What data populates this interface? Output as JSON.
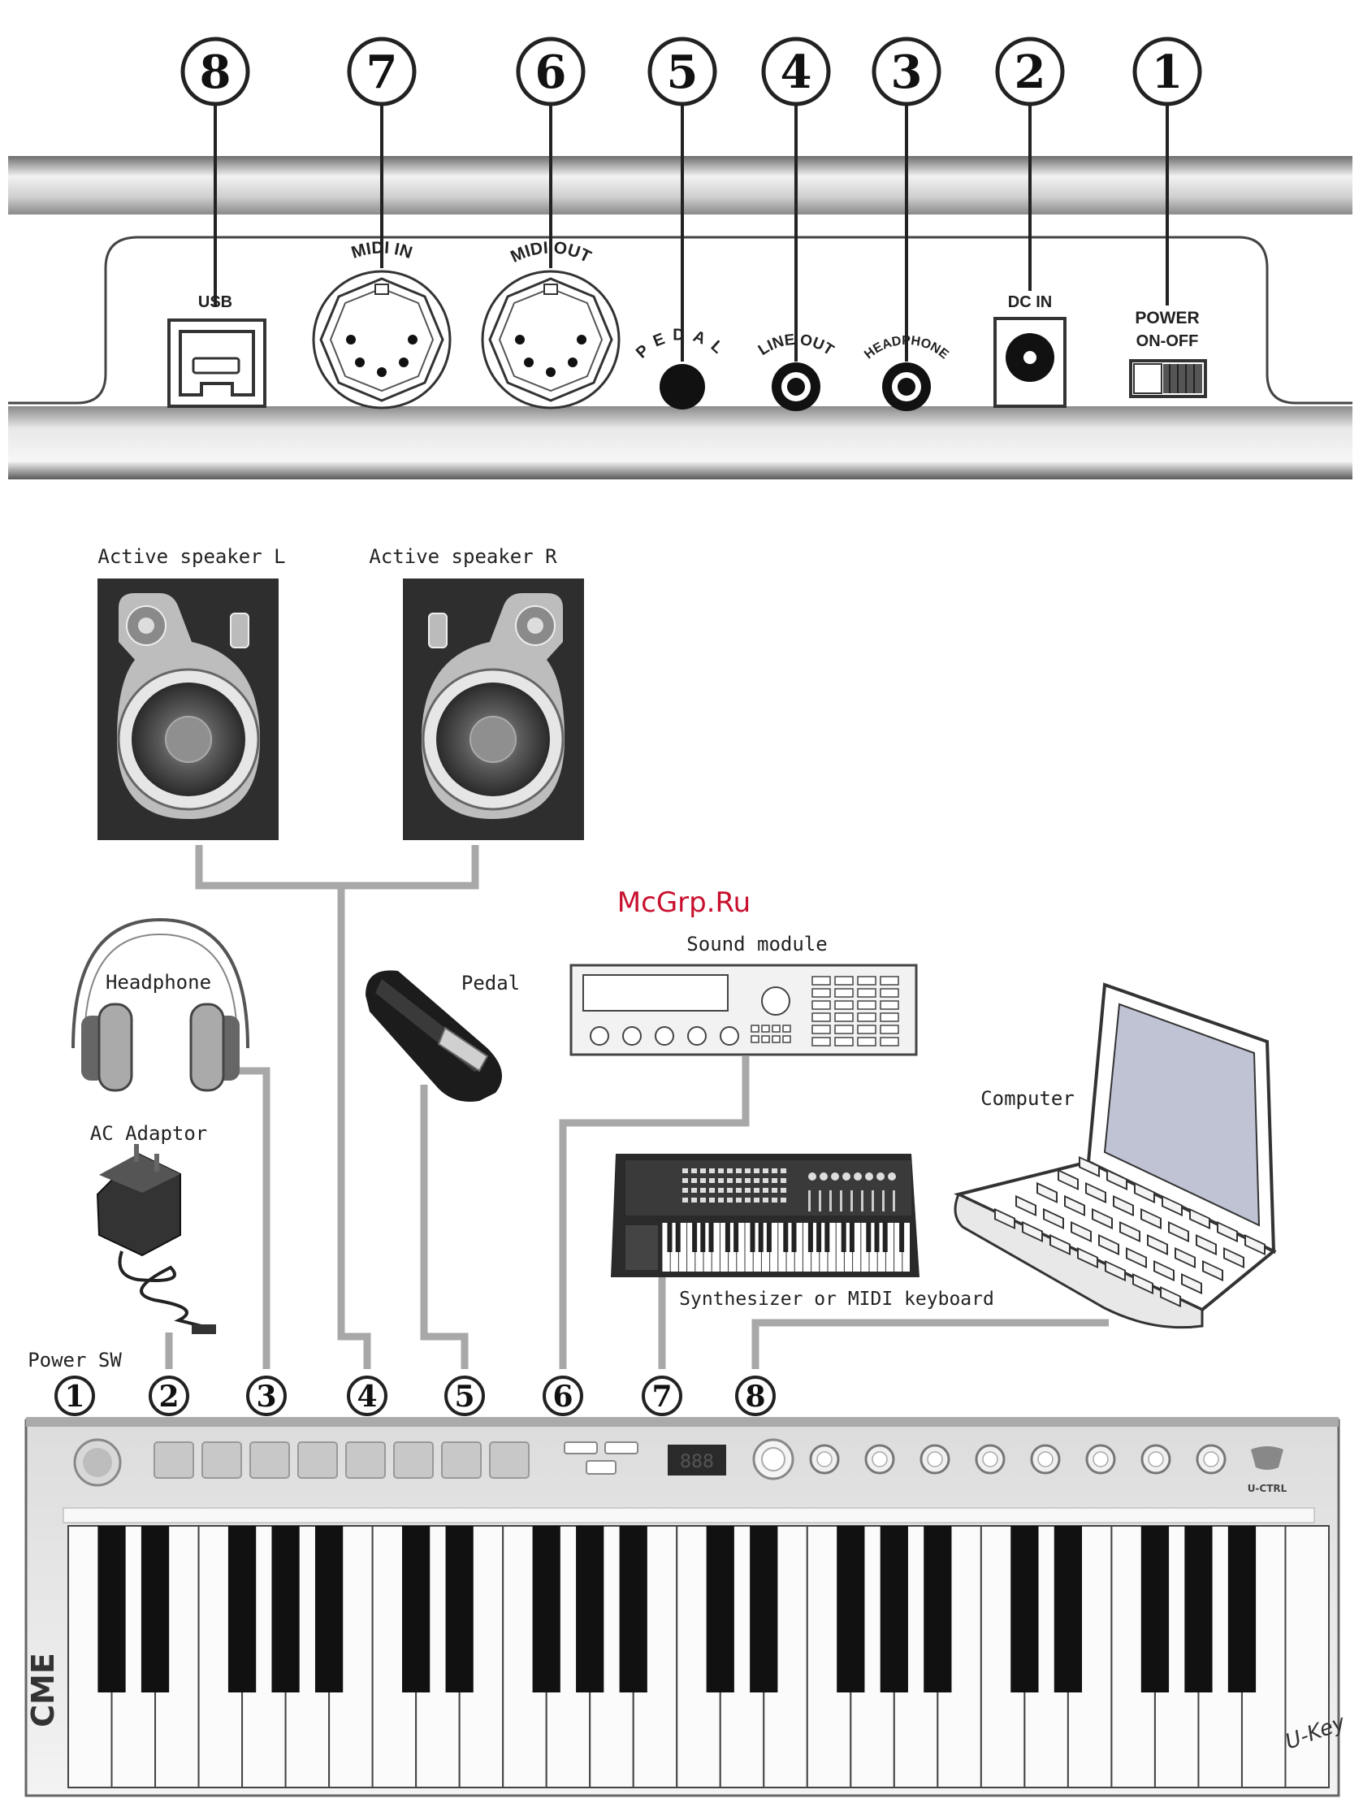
{
  "rear_panel": {
    "numbers": [
      "8",
      "7",
      "6",
      "5",
      "4",
      "3",
      "2",
      "1"
    ],
    "usb_label": "USB",
    "midi_in_label": "MIDI IN",
    "midi_out_label": "MIDI OUT",
    "pedal_label": "PEDAL",
    "line_out_label": "LINE OUT",
    "headphone_label": "HEADPHONE",
    "dc_in_label": "DC IN",
    "power_label": "POWER",
    "power_sub_label": "ON-OFF"
  },
  "devices": {
    "speaker_l": "Active speaker L",
    "speaker_r": "Active speaker R",
    "watermark": "McGrp.Ru",
    "sound_module": "Sound module",
    "headphone": "Headphone",
    "pedal": "Pedal",
    "computer": "Computer",
    "ac_adaptor": "AC Adaptor",
    "synth": "Synthesizer or MIDI keyboard",
    "power_sw": "Power SW"
  },
  "keyboard": {
    "numbers": [
      "1",
      "2",
      "3",
      "4",
      "5",
      "6",
      "7",
      "8"
    ],
    "brand": "CME",
    "badge": "U-CTRL",
    "display": "888",
    "signature": "U-Key"
  },
  "colors": {
    "line": "#a8a8a8",
    "dark": "#222222",
    "watermark": "#c8102e"
  }
}
